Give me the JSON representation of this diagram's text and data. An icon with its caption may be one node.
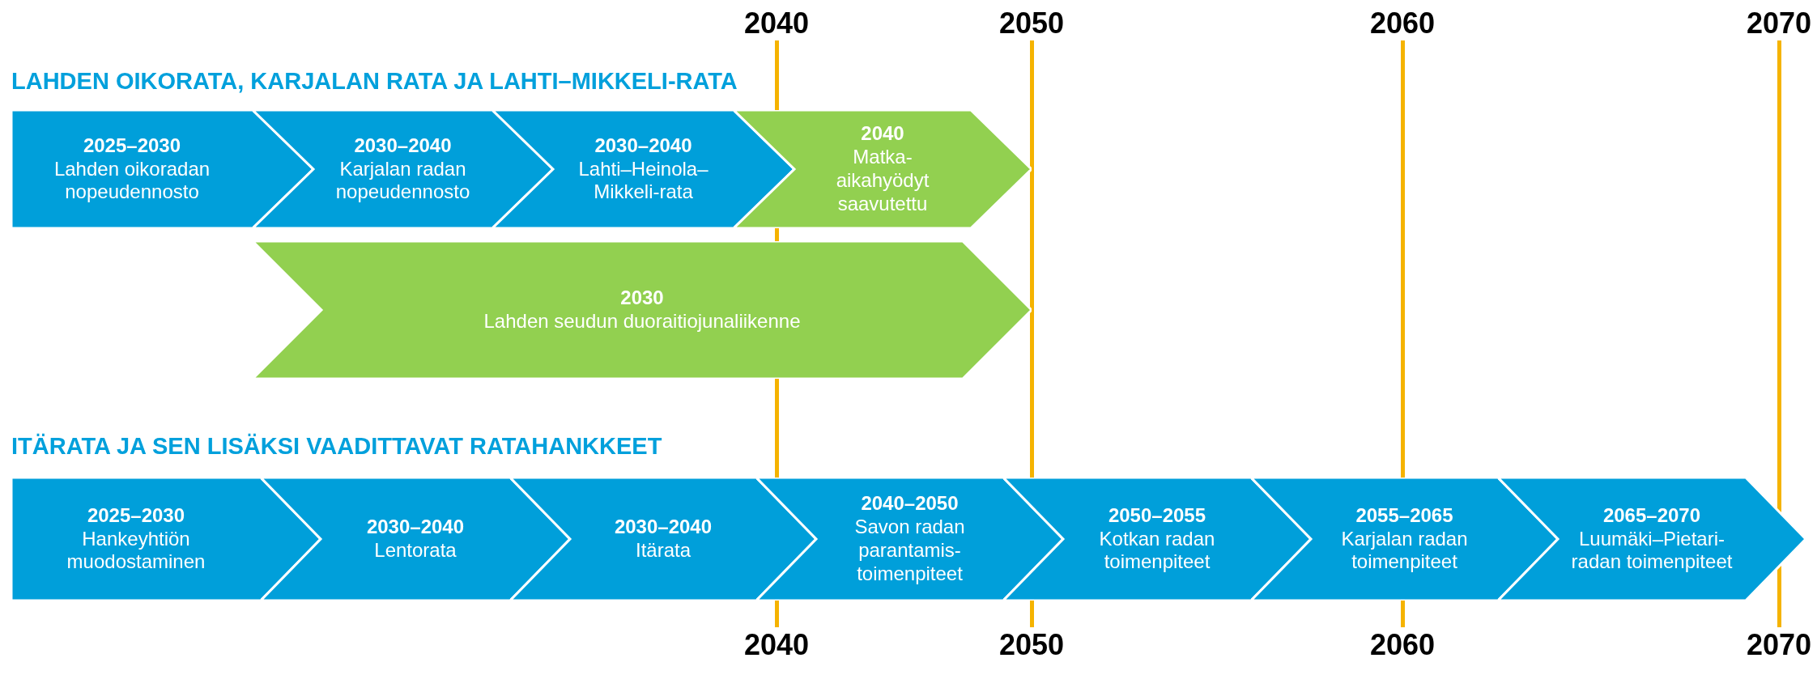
{
  "diagram": {
    "nodes": [
      {
        "text": [
          "2025–2030",
          "Lahden oikoradan nopeudennosto"
        ]
      },
      {
        "text": [
          "2030–2040",
          "Karjalan radan nopeudennosto"
        ]
      },
      {
        "text": [
          "2030–2040",
          "Lahti–Heinola–Mikkeli-rata"
        ]
      },
      {
        "text": [
          "2040",
          "Matka-aikahyödyt saavutettu"
        ]
      },
      {
        "text": [
          "2030",
          "Lahden seudun duoraitiojunaliikenne"
        ]
      },
      {
        "text": [
          "2025–2030",
          "Hankeyhtiön muodostaminen"
        ]
      },
      {
        "text": [
          "2030–2040",
          "Lentorata"
        ]
      },
      {
        "text": [
          "2030–2040",
          "Itärata"
        ]
      },
      {
        "text": [
          "2040–2050",
          "Savon radan parantamis-toimenpiteet"
        ]
      },
      {
        "text": [
          "2050–2055",
          "Kotkan radan toimenpiteet"
        ]
      },
      {
        "text": [
          "2055–2065",
          "Karjalan radan toimenpiteet"
        ]
      },
      {
        "text": [
          "2065–2070",
          "Luumäki–Pietari-radan toimenpiteet"
        ]
      }
    ],
    "labels": [
      "2040",
      "2050",
      "2060",
      "2070",
      "LAHDEN OIKORATA, KARJALAN RATA JA LAHTI–MIKKELI-RATA",
      "ITÄRATA JA SEN LISÄKSI VAADITTAVAT RATAHANKKEET",
      "2040",
      "2050",
      "2060",
      "2070"
    ]
  }
}
